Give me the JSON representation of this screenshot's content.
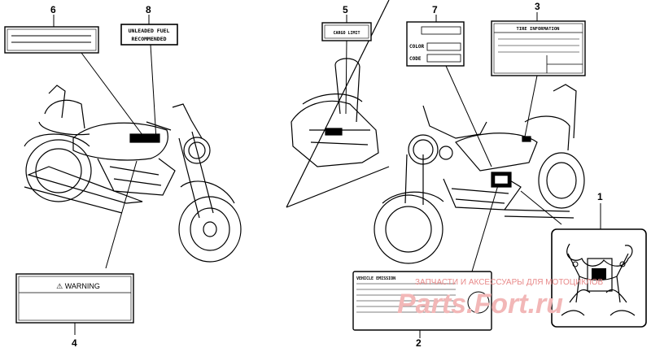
{
  "callouts": [
    "1",
    "2",
    "3",
    "4",
    "5",
    "6",
    "7",
    "8"
  ],
  "labels": {
    "fuel_line1": "UNLEADED FUEL",
    "fuel_line2": "RECOMMENDED",
    "cargo": "CARGO LIMIT",
    "color": "COLOR",
    "code": "CODE",
    "tire": "TIRE INFORMATION",
    "warning": "⚠ WARNING",
    "emission": "VEHICLE EMISSION"
  },
  "watermark": {
    "caption": "ЗАПЧАСТИ И АКСЕССУАРЫ ДЛЯ МОТОЦИКЛОВ",
    "brand": "Parts.Fort.ru"
  }
}
